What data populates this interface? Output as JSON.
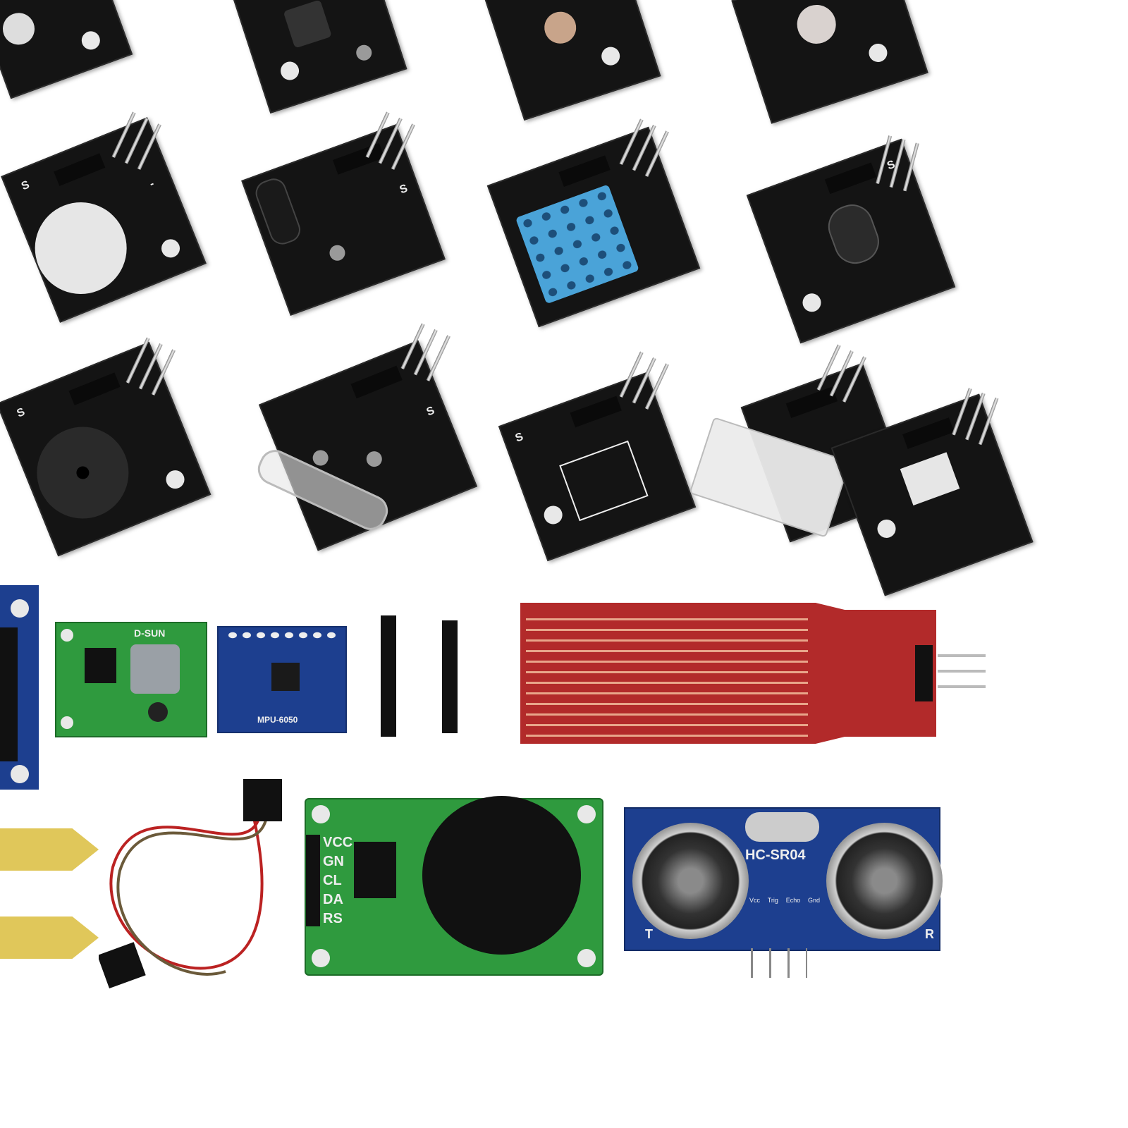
{
  "image": {
    "subject": "sensor-module-kit",
    "colors": {
      "board_black": "#141414",
      "board_blue": "#1d3f8f",
      "board_green": "#2f9a3e",
      "board_red": "#b22a2a",
      "dht_blue": "#4aa3d8",
      "background": "#ffffff"
    }
  },
  "silkscreen": {
    "pin_s": "S",
    "pin_minus": "-",
    "dsun": "D-SUN",
    "mpu": "MPU-6050",
    "hcsr04": "HC-SR04",
    "hcsr04_t": "T",
    "hcsr04_r": "R",
    "hcsr04_pins": [
      "Vcc",
      "Trig",
      "Echo",
      "Gnd"
    ],
    "rtc_pins": [
      "VCC",
      "GN",
      "CL",
      "DA",
      "RS"
    ]
  }
}
